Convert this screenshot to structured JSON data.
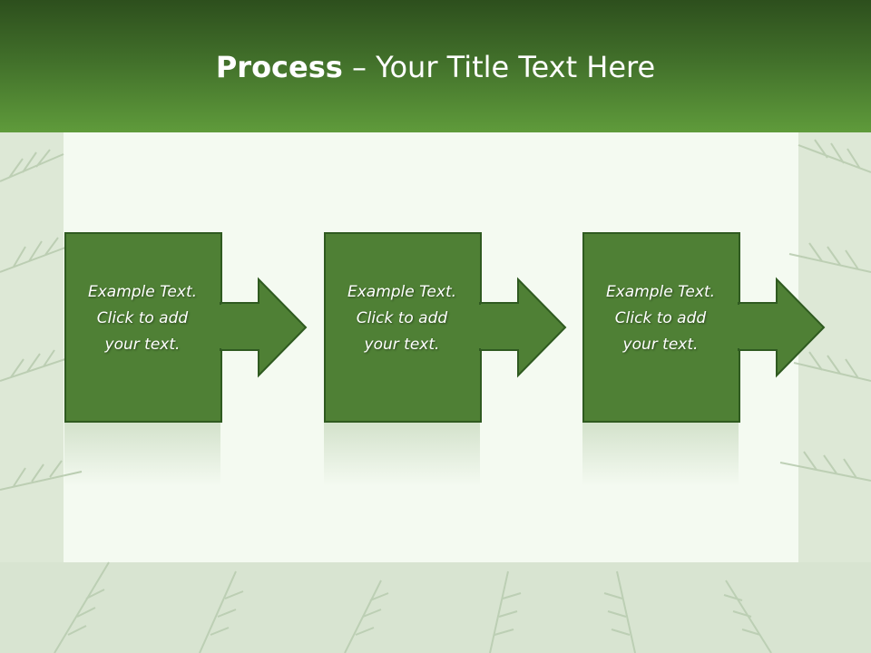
{
  "title": {
    "bold": "Process",
    "rest": " – Your Title Text Here"
  },
  "steps": [
    {
      "line1": "Example Text.",
      "line2": "Click  to add",
      "line3": "your text."
    },
    {
      "line1": "Example Text.",
      "line2": "Click  to add",
      "line3": "your text."
    },
    {
      "line1": "Example Text.",
      "line2": "Click  to add",
      "line3": "your text."
    }
  ],
  "colors": {
    "header_dark": "#2d4f1d",
    "header_light": "#5f9b3b",
    "box_fill": "#4f8035",
    "box_border": "#2f5a20",
    "background": "#f4faf1"
  },
  "decoration": "pine-branch-frame"
}
